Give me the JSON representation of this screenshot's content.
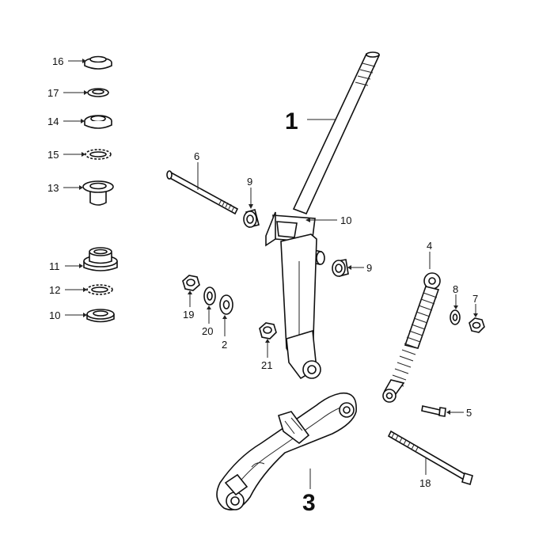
{
  "labels": {
    "p1": "1",
    "p2": "2",
    "p3": "3",
    "p4": "4",
    "p5": "5",
    "p6": "6",
    "p7": "7",
    "p8": "8",
    "p9a": "9",
    "p9b": "9",
    "p10a": "10",
    "p10b": "10",
    "p11": "11",
    "p12": "12",
    "p13": "13",
    "p14": "14",
    "p15": "15",
    "p16": "16",
    "p17": "17",
    "p18": "18",
    "p19": "19",
    "p20": "20",
    "p21": "21"
  }
}
